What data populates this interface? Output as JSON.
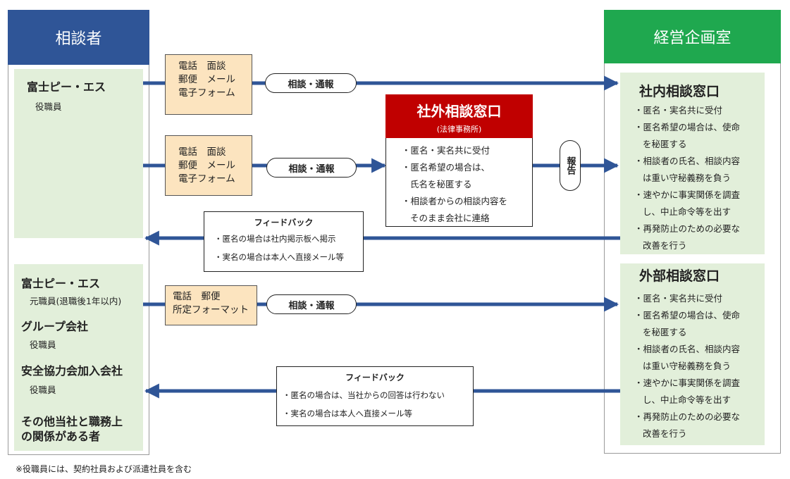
{
  "left": {
    "header": "相談者",
    "group1": {
      "name": "富士ピー・エス",
      "member": "役職員"
    },
    "group2": [
      {
        "name": "富士ピー・エス",
        "member": "元職員(退職後1年以内)"
      },
      {
        "name": "グループ会社",
        "member": "役職員"
      },
      {
        "name": "安全協力会加入会社",
        "member": "役職員"
      },
      {
        "name_line1": "その他当社と職務上",
        "name_line2": "の関係がある者"
      }
    ]
  },
  "right": {
    "header": "経営企画室",
    "internal": {
      "title": "社内相談窓口",
      "items": [
        "・匿名・実名共に受付",
        "・匿名希望の場合は、使命",
        "を秘匿する",
        "・相談者の氏名、相談内容",
        "は重い守秘義務を負う",
        "・速やかに事実関係を調査",
        "し、中止命令等を出す",
        "・再発防止のための必要な",
        "改善を行う"
      ]
    },
    "external": {
      "title": "外部相談窓口",
      "items": [
        "・匿名・実名共に受付",
        "・匿名希望の場合は、使命",
        "を秘匿する",
        "・相談者の氏名、相談内容",
        "は重い守秘義務を負う",
        "・速やかに事実関係を調査",
        "し、中止命令等を出す",
        "・再発防止のための必要な",
        "改善を行う"
      ]
    }
  },
  "outside": {
    "title": "社外相談窓口",
    "subtitle": "(法律事務所)",
    "items": [
      "・匿名・実名共に受付",
      "・匿名希望の場合は、",
      "氏名を秘匿する",
      "・相談者からの相談内容を",
      "そのまま会社に連絡"
    ]
  },
  "methods": {
    "m1": [
      "電話　面談",
      "郵便　メール",
      "電子フォーム"
    ],
    "m2": [
      "電話　面談",
      "郵便　メール",
      "電子フォーム"
    ],
    "m3": [
      "電話　郵便",
      "所定フォーマット"
    ]
  },
  "pills": {
    "p1": "相談・通報",
    "p2": "相談・通報",
    "p3": "相談・通報",
    "report": "報告"
  },
  "feedback1": {
    "title": "フィードバック",
    "items": [
      "・匿名の場合は社内掲示板へ掲示",
      "・実名の場合は本人へ直接メール等"
    ]
  },
  "feedback2": {
    "title": "フィードバック",
    "items": [
      "・匿名の場合は、当社からの回答は行わない",
      "・実名の場合は本人へ直接メール等"
    ]
  },
  "footnote": "※役職員には、契約社員および派遣社員を含む",
  "colors": {
    "arrow": "#2f5597",
    "blue_header": "#2f5597",
    "green_header": "#1fa84f",
    "red": "#c00000",
    "light_green": "#e2efda",
    "method_bg": "#fce4bf"
  }
}
